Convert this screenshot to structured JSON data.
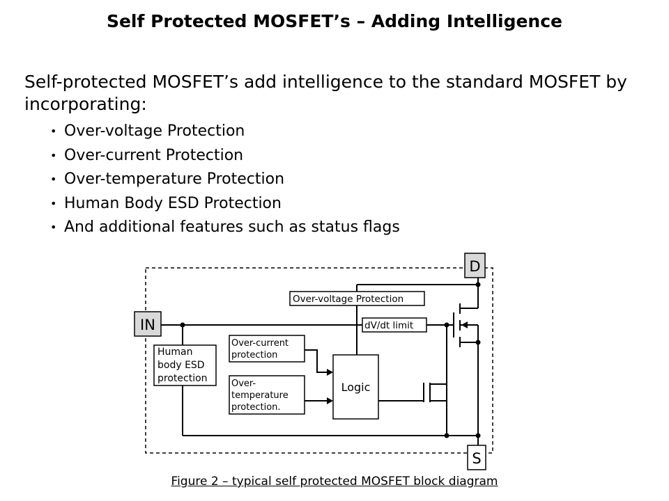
{
  "slide": {
    "title": "Self Protected MOSFET’s – Adding Intelligence",
    "intro": "Self-protected MOSFET’s add intelligence to the standard MOSFET by incorporating:",
    "bullets": [
      "Over-voltage Protection",
      "Over-current Protection",
      "Over-temperature Protection",
      "Human Body ESD Protection",
      "And additional features such as status flags"
    ],
    "caption": "Figure 2 – typical self protected MOSFET block diagram"
  },
  "diagram": {
    "pins": {
      "drain": "D",
      "input": "IN",
      "source": "S"
    },
    "blocks": {
      "esd": [
        "Human",
        "body ESD",
        "protection"
      ],
      "overvoltage": "Over-voltage Protection",
      "dvdt": "dV/dt limit",
      "overcurrent": [
        "Over-current",
        "protection"
      ],
      "overtemp": [
        "Over-",
        "temperature",
        "protection."
      ],
      "logic": "Logic"
    }
  }
}
